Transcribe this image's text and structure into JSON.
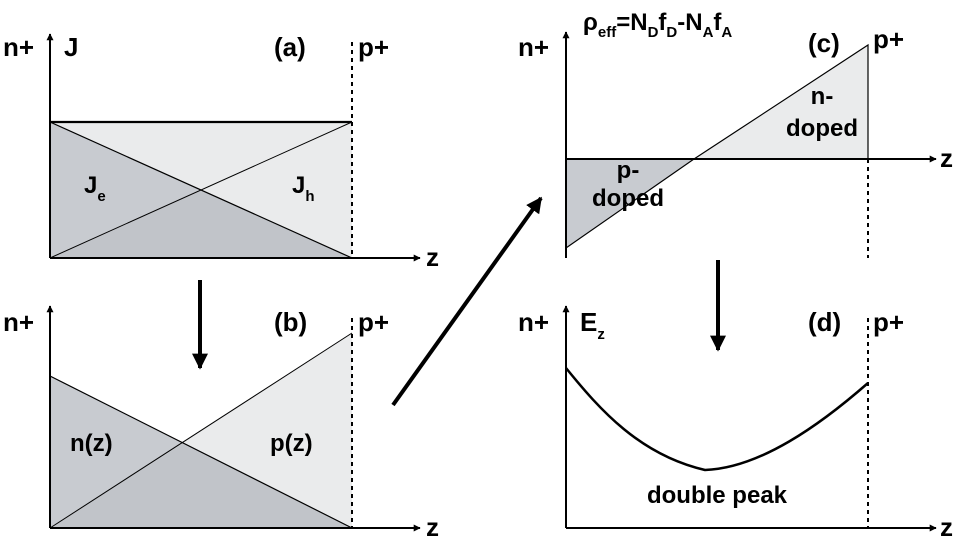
{
  "colors": {
    "dark_fill": "#c8cbd0",
    "light_fill": "#eaebec",
    "stroke": "#000000"
  },
  "panel_a": {
    "left_label": "n+",
    "y_label": "J",
    "tag": "(a)",
    "right_label": "p+",
    "x_label": "z",
    "electron_current": {
      "base": "J",
      "sub": "e"
    },
    "hole_current": {
      "base": "J",
      "sub": "h"
    }
  },
  "panel_b": {
    "left_label": "n+",
    "tag": "(b)",
    "right_label": "p+",
    "x_label": "z",
    "electron_density": "n(z)",
    "hole_density": "p(z)"
  },
  "panel_c": {
    "left_label": "n+",
    "formula": {
      "rho": "ρ",
      "rho_sub": "eff",
      "eq": "=N",
      "nd_sub": "D",
      "f1": "f",
      "fd_sub": "D",
      "minus": "-N",
      "na_sub": "A",
      "f2": "f",
      "fa_sub": "A"
    },
    "tag": "(c)",
    "right_label": "p+",
    "x_label": "z",
    "n_region_line1": "n-",
    "n_region_line2": "doped",
    "p_region_line1": "p-",
    "p_region_line2": "doped"
  },
  "panel_d": {
    "left_label": "n+",
    "y_label": {
      "base": "E",
      "sub": "z"
    },
    "tag": "(d)",
    "right_label": "p+",
    "x_label": "z",
    "caption": "double peak"
  }
}
